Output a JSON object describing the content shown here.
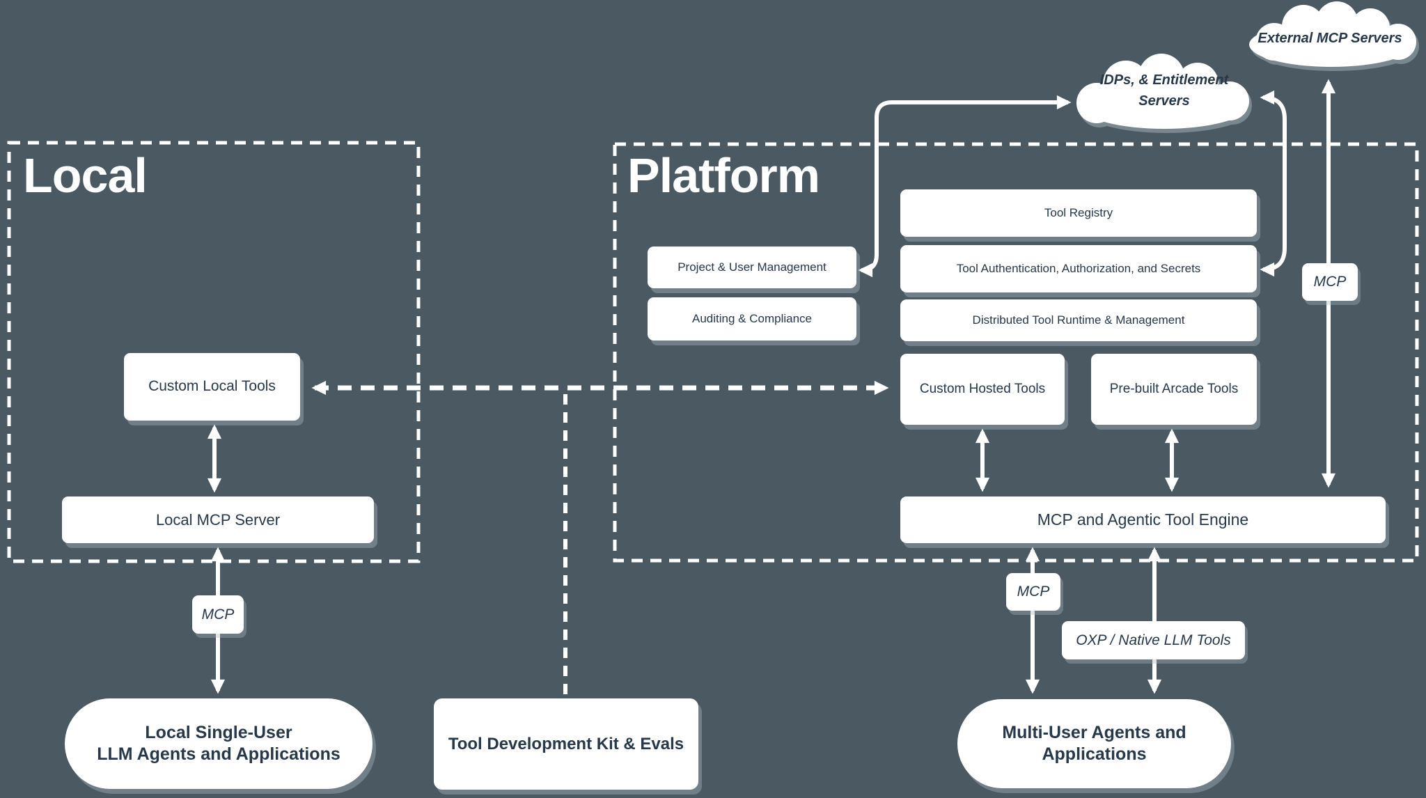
{
  "colors": {
    "background": "#4a5962",
    "ink": "#263849",
    "line": "#ffffff",
    "shadow": "#a8b6bd"
  },
  "local": {
    "title": "Local",
    "custom_tools": "Custom Local Tools",
    "mcp_server": "Local MCP Server",
    "mcp_label": "MCP",
    "agents_line1": "Local Single-User",
    "agents_line2": "LLM Agents and Applications"
  },
  "tdk": {
    "label": "Tool Development Kit & Evals"
  },
  "platform": {
    "title": "Platform",
    "tool_registry": "Tool Registry",
    "project_user": "Project & User Management",
    "tool_auth": "Tool Authentication, Authorization, and Secrets",
    "auditing": "Auditing & Compliance",
    "distributed": "Distributed Tool Runtime & Management",
    "custom_hosted": "Custom Hosted Tools",
    "prebuilt": "Pre-built Arcade Tools",
    "engine": "MCP and Agentic Tool Engine",
    "mcp_label_external": "MCP",
    "mcp_label_agents": "MCP",
    "oxp_label": "OXP / Native LLM Tools",
    "agents_line1": "Multi-User Agents and",
    "agents_line2": "Applications"
  },
  "clouds": {
    "external": "External MCP Servers",
    "idps_line1": "IDPs, & Entitlement",
    "idps_line2": "Servers"
  }
}
